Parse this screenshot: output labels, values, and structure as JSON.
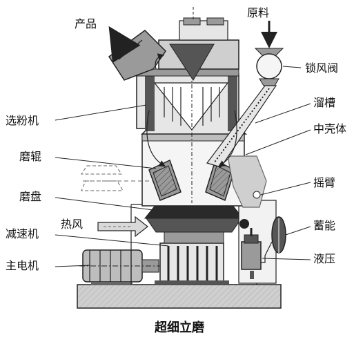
{
  "labels": {
    "product": "产品",
    "raw_material": "原料",
    "airlock_valve": "锁风阀",
    "separator": "选粉机",
    "chute": "溜槽",
    "middle_housing": "中壳体",
    "grinding_roller": "磨辊",
    "rocker_arm": "摇臂",
    "grinding_table": "磨盘",
    "accumulator": "蓄能",
    "hot_air": "热风",
    "reducer": "减速机",
    "hydraulic": "液压",
    "main_motor": "主电机"
  },
  "caption": "超细立磨",
  "colors": {
    "line": "#222222",
    "body_fill": "#d9d9d9",
    "dark_fill": "#555555",
    "mid_fill": "#9a9a9a",
    "foundation": "#cfcfcf"
  }
}
